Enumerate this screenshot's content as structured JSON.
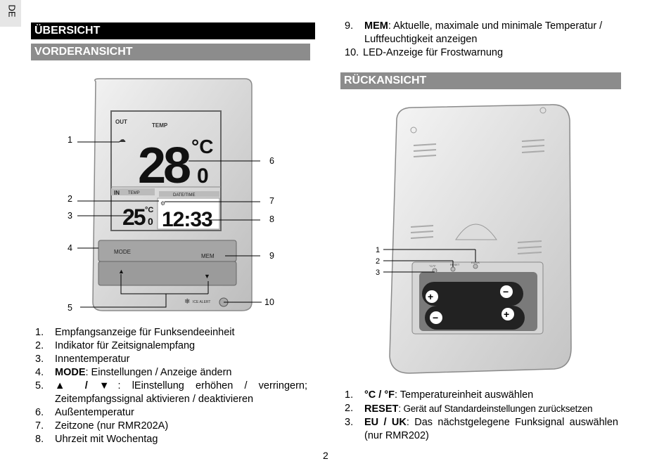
{
  "side_tab": "DE",
  "left": {
    "title": "ÜBERSICHT",
    "subtitle": "VORDERANSICHT",
    "callouts": [
      "1",
      "2",
      "3",
      "4",
      "5",
      "6",
      "7",
      "8",
      "9",
      "10"
    ],
    "device": {
      "out_label": "OUT",
      "temp_label": "TEMP",
      "main_temp": "28",
      "main_unit": "°C",
      "main_decimal": "0",
      "in_label": "IN",
      "in_temp_label": "TEMP",
      "datetime_label": "DATE/TIME",
      "in_temp": "25",
      "in_unit": "°C",
      "in_decimal": "0",
      "time": "12:33",
      "mode_button": "MODE",
      "mem_button": "MEM",
      "ice_alert": "ICE ALERT"
    },
    "items": [
      {
        "num": "1.",
        "text": "Empfangsanzeige für Funksendeeinheit"
      },
      {
        "num": "2.",
        "text": "Indikator für Zeitsignalempfang"
      },
      {
        "num": "3.",
        "text": "Innentemperatur"
      },
      {
        "num": "4.",
        "bold": "MODE",
        "text": ": Einstellungen / Anzeige ändern"
      },
      {
        "num": "5.",
        "bold": "▲ / ▼",
        "text": ": lEinstellung erhöhen / verringern; Zeitempfangssignal aktivieren / deaktivieren"
      },
      {
        "num": "6.",
        "text": "Außentemperatur"
      },
      {
        "num": "7.",
        "text": "Zeitzone (nur RMR202A)"
      },
      {
        "num": "8.",
        "text": "Uhrzeit mit Wochentag"
      }
    ]
  },
  "right": {
    "top_items": [
      {
        "num": "9.",
        "bold": "MEM",
        "text": ": Aktuelle, maximale und minimale Temperatur / Luftfeuchtigkeit anzeigen"
      },
      {
        "num": "10.",
        "text": "LED-Anzeige für Frostwarnung"
      }
    ],
    "subtitle": "RÜCKANSICHT",
    "callouts": [
      "1",
      "2",
      "3"
    ],
    "switch_labels": [
      "°C/°F",
      "RESET",
      "EU/UK"
    ],
    "items": [
      {
        "num": "1.",
        "bold": "°C / °F",
        "text": ": Temperatureinheit auswählen"
      },
      {
        "num": "2.",
        "bold": "RESET",
        "text": ": Gerät auf Standardeinstellungen zurücksetzen"
      },
      {
        "num": "3.",
        "bold": "EU / UK",
        "text": ": Das nächstgelegene Funksignal auswählen (nur RMR202)"
      }
    ]
  },
  "page_number": "2"
}
